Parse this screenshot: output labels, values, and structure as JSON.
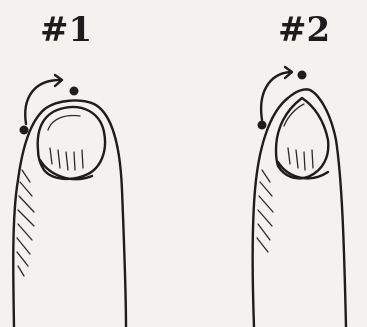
{
  "figures": [
    {
      "id": "finger-1",
      "label": "#1",
      "nail_shape": "rounded"
    },
    {
      "id": "finger-2",
      "label": "#2",
      "nail_shape": "pointed"
    }
  ],
  "colors": {
    "ink": "#1d1d1d",
    "paper": "#f3f2ee"
  }
}
